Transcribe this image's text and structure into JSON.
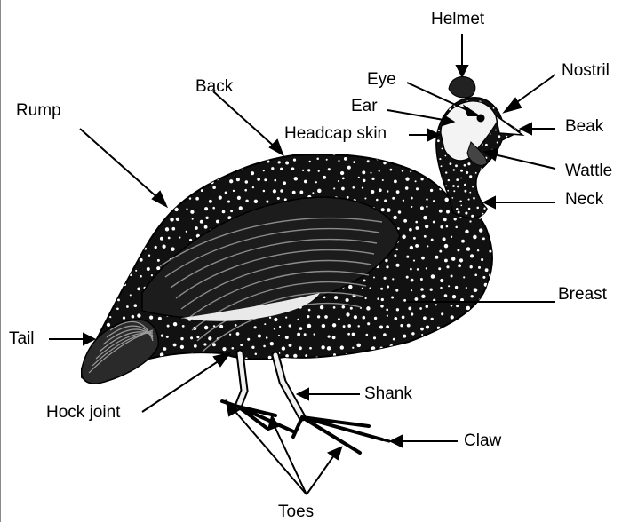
{
  "diagram": {
    "labels": {
      "helmet": "Helmet",
      "nostril": "Nostril",
      "eye": "Eye",
      "ear": "Ear",
      "back": "Back",
      "rump": "Rump",
      "headcap_skin": "Headcap skin",
      "beak": "Beak",
      "wattle": "Wattle",
      "neck": "Neck",
      "breast": "Breast",
      "tail": "Tail",
      "shank": "Shank",
      "hock_joint": "Hock joint",
      "claw": "Claw",
      "toes": "Toes"
    },
    "colors": {
      "ink": "#000000",
      "plumage": "#111111",
      "spots": "#ffffff",
      "background": "#ffffff",
      "frame": "#8a8a8a"
    }
  }
}
